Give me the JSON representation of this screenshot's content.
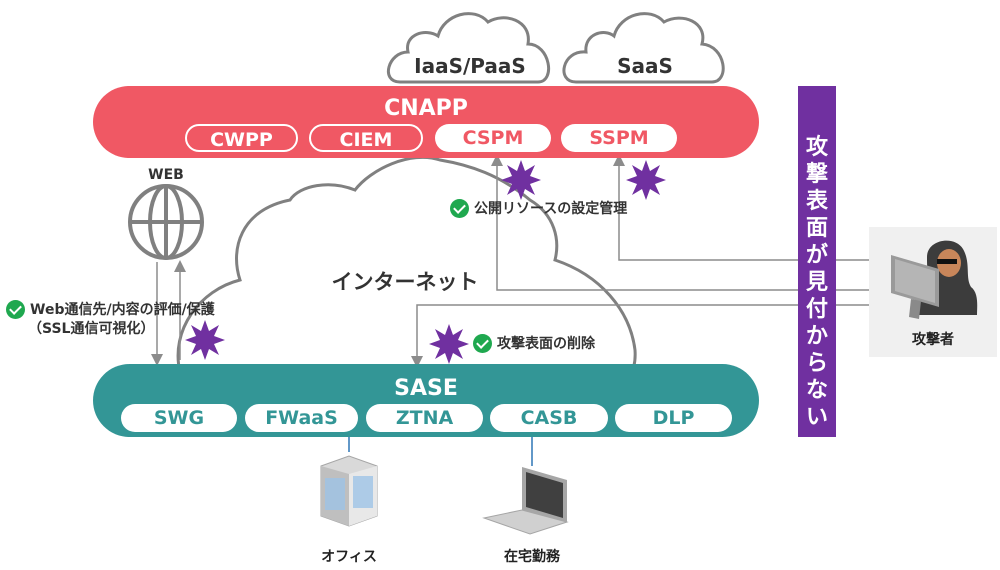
{
  "clouds": {
    "iaas_paas": "IaaS/PaaS",
    "saas": "SaaS",
    "internet": "インターネット"
  },
  "cnapp": {
    "title": "CNAPP",
    "color": "#f05864",
    "modules": [
      {
        "label": "CWPP",
        "style": "outline"
      },
      {
        "label": "CIEM",
        "style": "outline"
      },
      {
        "label": "CSPM",
        "style": "solid"
      },
      {
        "label": "SSPM",
        "style": "solid"
      }
    ]
  },
  "sase": {
    "title": "SASE",
    "color": "#339696",
    "modules": [
      {
        "label": "SWG"
      },
      {
        "label": "FWaaS"
      },
      {
        "label": "ZTNA"
      },
      {
        "label": "CASB"
      },
      {
        "label": "DLP"
      }
    ]
  },
  "web": {
    "label": "WEB",
    "icon": "globe-icon"
  },
  "notes": {
    "web_protection_line1": "Web通信先/内容の評価/保護",
    "web_protection_line2": "（SSL通信可視化）",
    "public_resource": "公開リソースの設定管理",
    "attack_surface_removal": "攻撃表面の削除"
  },
  "banner": {
    "text": "攻撃表面が見付からない",
    "color": "#7030a0"
  },
  "attacker": {
    "label": "攻撃者",
    "icon": "hooded-attacker-icon"
  },
  "endpoints": {
    "office": "オフィス",
    "remote_work": "在宅勤務"
  },
  "colors": {
    "attack_burst": "#7030a0",
    "check": "#1fa84f",
    "line": "#8c8c8c"
  }
}
